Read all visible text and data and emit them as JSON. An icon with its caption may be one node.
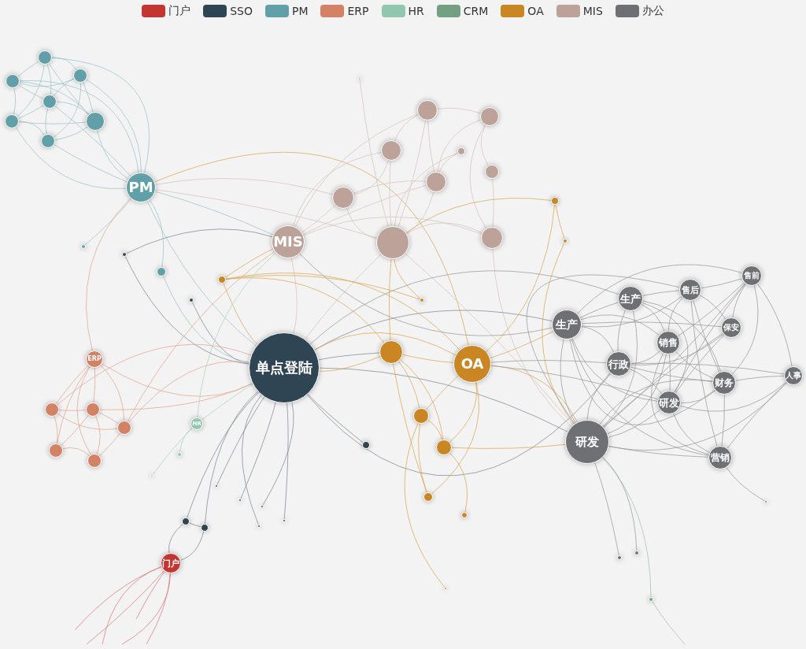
{
  "diagram": {
    "nodes": [
      {
        "text": [
          "单点登陆"
        ]
      },
      {
        "text": [
          "PM"
        ]
      },
      {
        "text": [
          "MIS"
        ]
      },
      {
        "text": [
          "ERP"
        ]
      },
      {
        "text": [
          "HR"
        ]
      },
      {
        "text": [
          "OA"
        ]
      },
      {
        "text": [
          "门户"
        ]
      },
      {
        "text": [
          "生产"
        ]
      },
      {
        "text": [
          "生产"
        ]
      },
      {
        "text": [
          "售后"
        ]
      },
      {
        "text": [
          "售前"
        ]
      },
      {
        "text": [
          "保安"
        ]
      },
      {
        "text": [
          "销售"
        ]
      },
      {
        "text": [
          "行政"
        ]
      },
      {
        "text": [
          "财务"
        ]
      },
      {
        "text": [
          "人事"
        ]
      },
      {
        "text": [
          "研发"
        ]
      },
      {
        "text": [
          "研发"
        ]
      },
      {
        "text": [
          "营销"
        ]
      },
      {
        "text": [],
        "shape": "circle"
      },
      {
        "text": [],
        "shape": "circle"
      },
      {
        "text": [],
        "shape": "circle"
      },
      {
        "text": [],
        "shape": "circle"
      },
      {
        "text": [],
        "shape": "circle"
      },
      {
        "text": [],
        "shape": "circle"
      },
      {
        "text": [],
        "shape": "circle"
      },
      {
        "text": [],
        "shape": "circle"
      },
      {
        "text": [],
        "shape": "circle"
      },
      {
        "text": [],
        "shape": "circle"
      },
      {
        "text": [],
        "shape": "circle"
      },
      {
        "text": [],
        "shape": "circle"
      },
      {
        "text": [],
        "shape": "circle"
      },
      {
        "text": [],
        "shape": "circle"
      },
      {
        "text": [],
        "shape": "circle"
      },
      {
        "text": [],
        "shape": "circle"
      },
      {
        "text": [],
        "shape": "circle"
      },
      {
        "text": [],
        "shape": "circle"
      },
      {
        "text": [],
        "shape": "circle"
      },
      {
        "text": [],
        "shape": "circle"
      },
      {
        "text": [],
        "shape": "circle"
      },
      {
        "text": [],
        "shape": "circle"
      },
      {
        "text": [],
        "shape": "circle"
      },
      {
        "text": [],
        "shape": "circle"
      },
      {
        "text": [],
        "shape": "circle"
      },
      {
        "text": [],
        "shape": "circle"
      },
      {
        "text": [],
        "shape": "circle"
      },
      {
        "text": [],
        "shape": "circle"
      },
      {
        "text": [],
        "shape": "circle"
      },
      {
        "text": [],
        "shape": "circle"
      },
      {
        "text": [],
        "shape": "circle"
      },
      {
        "text": [],
        "shape": "circle"
      },
      {
        "text": [],
        "shape": "circle"
      },
      {
        "text": [],
        "shape": "circle"
      },
      {
        "text": [],
        "shape": "circle"
      },
      {
        "text": [],
        "shape": "circle"
      },
      {
        "text": [],
        "shape": "circle"
      },
      {
        "text": [],
        "shape": "circle"
      },
      {
        "text": [],
        "shape": "circle"
      },
      {
        "text": [],
        "shape": "circle"
      },
      {
        "text": [],
        "shape": "circle"
      },
      {
        "text": [],
        "shape": "circle"
      },
      {
        "text": [],
        "shape": "circle"
      },
      {
        "text": [],
        "shape": "circle"
      },
      {
        "text": [],
        "shape": "circle"
      },
      {
        "text": [],
        "shape": "circle"
      },
      {
        "text": [],
        "shape": "circle"
      },
      {
        "text": [],
        "shape": "circle"
      },
      {
        "text": [],
        "shape": "circle"
      },
      {
        "text": [],
        "shape": "circle"
      }
    ],
    "edges": [
      {
        "from": 19,
        "to": 20,
        "arrow": "none",
        "color": "#9cc3c8"
      },
      {
        "from": 19,
        "to": 21,
        "arrow": "none",
        "color": "#9cc3c8"
      },
      {
        "from": 19,
        "to": 22,
        "arrow": "none",
        "color": "#9cc3c8"
      },
      {
        "from": 19,
        "to": 23,
        "arrow": "none",
        "color": "#9cc3c8"
      },
      {
        "from": 19,
        "to": 24,
        "arrow": "none",
        "color": "#9cc3c8"
      },
      {
        "from": 19,
        "to": 1,
        "arrow": "none",
        "color": "#9cc3c8"
      },
      {
        "from": 20,
        "to": 21,
        "arrow": "none",
        "color": "#9cc3c8"
      },
      {
        "from": 20,
        "to": 22,
        "arrow": "none",
        "color": "#9cc3c8"
      },
      {
        "from": 20,
        "to": 24,
        "arrow": "none",
        "color": "#9cc3c8"
      },
      {
        "from": 20,
        "to": 25,
        "arrow": "none",
        "color": "#9cc3c8"
      },
      {
        "from": 20,
        "to": 1,
        "arrow": "none",
        "color": "#9cc3c8"
      },
      {
        "from": 21,
        "to": 22,
        "arrow": "none",
        "color": "#9cc3c8"
      },
      {
        "from": 21,
        "to": 23,
        "arrow": "none",
        "color": "#9cc3c8"
      },
      {
        "from": 21,
        "to": 24,
        "arrow": "none",
        "color": "#9cc3c8"
      },
      {
        "from": 21,
        "to": 1,
        "arrow": "none",
        "color": "#9cc3c8"
      },
      {
        "from": 22,
        "to": 23,
        "arrow": "none",
        "color": "#9cc3c8"
      },
      {
        "from": 22,
        "to": 24,
        "arrow": "none",
        "color": "#9cc3c8"
      },
      {
        "from": 22,
        "to": 25,
        "arrow": "none",
        "color": "#9cc3c8"
      },
      {
        "from": 22,
        "to": 1,
        "arrow": "none",
        "color": "#9cc3c8"
      },
      {
        "from": 23,
        "to": 24,
        "arrow": "none",
        "color": "#9cc3c8"
      },
      {
        "from": 23,
        "to": 25,
        "arrow": "none",
        "color": "#9cc3c8"
      },
      {
        "from": 23,
        "to": 1,
        "arrow": "none",
        "color": "#9cc3c8"
      },
      {
        "from": 24,
        "to": 25,
        "arrow": "none",
        "color": "#9cc3c8"
      },
      {
        "from": 24,
        "to": 1,
        "arrow": "none",
        "color": "#9cc3c8"
      },
      {
        "from": 25,
        "to": 1,
        "arrow": "none",
        "color": "#9cc3c8"
      },
      {
        "from": 1,
        "to": 26,
        "arrow": "none",
        "color": "#9cc3c8"
      },
      {
        "from": 1,
        "to": 27,
        "arrow": "none",
        "color": "#9cc3c8"
      },
      {
        "from": 1,
        "to": 0,
        "arrow": "none",
        "color": "#9cc3c8"
      },
      {
        "from": 1,
        "to": 2,
        "arrow": "none",
        "color": "#9cc3c8"
      },
      {
        "from": 27,
        "to": 0,
        "arrow": "none",
        "color": "#9cc3c8"
      },
      {
        "from": 1,
        "to": 5,
        "arrow": "none",
        "color": "#d9a752"
      },
      {
        "from": 28,
        "to": 36,
        "arrow": "none",
        "color": "#d6c3be"
      },
      {
        "from": 29,
        "to": 30,
        "arrow": "none",
        "color": "#d6c3be"
      },
      {
        "from": 29,
        "to": 31,
        "arrow": "none",
        "color": "#d6c3be"
      },
      {
        "from": 29,
        "to": 34,
        "arrow": "none",
        "color": "#d6c3be"
      },
      {
        "from": 29,
        "to": 36,
        "arrow": "none",
        "color": "#d6c3be"
      },
      {
        "from": 29,
        "to": 2,
        "arrow": "none",
        "color": "#d6c3be"
      },
      {
        "from": 30,
        "to": 37,
        "arrow": "none",
        "color": "#d6c3be"
      },
      {
        "from": 30,
        "to": 34,
        "arrow": "none",
        "color": "#d6c3be"
      },
      {
        "from": 30,
        "to": 33,
        "arrow": "none",
        "color": "#d6c3be"
      },
      {
        "from": 31,
        "to": 35,
        "arrow": "none",
        "color": "#d6c3be"
      },
      {
        "from": 31,
        "to": 36,
        "arrow": "none",
        "color": "#d6c3be"
      },
      {
        "from": 31,
        "to": 2,
        "arrow": "none",
        "color": "#d6c3be"
      },
      {
        "from": 32,
        "to": 34,
        "arrow": "none",
        "color": "#d6c3be"
      },
      {
        "from": 32,
        "to": 36,
        "arrow": "none",
        "color": "#d6c3be"
      },
      {
        "from": 33,
        "to": 37,
        "arrow": "none",
        "color": "#d6c3be"
      },
      {
        "from": 34,
        "to": 36,
        "arrow": "none",
        "color": "#d6c3be"
      },
      {
        "from": 34,
        "to": 35,
        "arrow": "none",
        "color": "#d6c3be"
      },
      {
        "from": 35,
        "to": 2,
        "arrow": "none",
        "color": "#d6c3be"
      },
      {
        "from": 35,
        "to": 36,
        "arrow": "none",
        "color": "#d6c3be"
      },
      {
        "from": 36,
        "to": 37,
        "arrow": "none",
        "color": "#d6c3be"
      },
      {
        "from": 36,
        "to": 0,
        "arrow": "none",
        "color": "#d6c3be"
      },
      {
        "from": 2,
        "to": 0,
        "arrow": "none",
        "color": "#d6c3be"
      },
      {
        "from": 37,
        "to": 2,
        "arrow": "none",
        "color": "#d6c3be"
      },
      {
        "from": 34,
        "to": 2,
        "arrow": "none",
        "color": "#d6c3be"
      },
      {
        "from": 36,
        "to": 17,
        "arrow": "none",
        "color": "#d6c3be"
      },
      {
        "from": 37,
        "to": 17,
        "arrow": "none",
        "color": "#d6c3be"
      },
      {
        "from": 35,
        "to": 1,
        "arrow": "none",
        "color": "#d6c3be"
      },
      {
        "from": 36,
        "to": 1,
        "arrow": "none",
        "color": "#d6c3be"
      },
      {
        "from": 0,
        "to": 38,
        "arrow": "none",
        "color": "#7d8a95"
      },
      {
        "from": 0,
        "to": 39,
        "arrow": "none",
        "color": "#7d8a95"
      },
      {
        "from": 0,
        "to": 40,
        "arrow": "none",
        "color": "#7d8a95"
      },
      {
        "from": 0,
        "to": 41,
        "arrow": "none",
        "color": "#7d8a95"
      },
      {
        "from": 0,
        "to": 42,
        "arrow": "none",
        "color": "#7d8a95"
      },
      {
        "from": 0,
        "to": 43,
        "arrow": "none",
        "color": "#7d8a95"
      },
      {
        "from": 0,
        "to": 44,
        "arrow": "none",
        "color": "#7d8a95"
      },
      {
        "from": 0,
        "to": 45,
        "arrow": "none",
        "color": "#7d8a95"
      },
      {
        "from": 0,
        "to": 46,
        "arrow": "none",
        "color": "#7d8a95"
      },
      {
        "from": 0,
        "to": 47,
        "arrow": "none",
        "color": "#7d8a95"
      },
      {
        "from": 41,
        "to": 6,
        "arrow": "none",
        "color": "#7d8a95"
      },
      {
        "from": 42,
        "to": 6,
        "arrow": "none",
        "color": "#7d8a95"
      },
      {
        "from": 41,
        "to": 42,
        "arrow": "none",
        "color": "#7d8a95"
      },
      {
        "from": 0,
        "to": 17,
        "arrow": "none",
        "color": "#7d8a95"
      },
      {
        "from": 0,
        "to": 7,
        "arrow": "none",
        "color": "#7d8a95"
      },
      {
        "from": 0,
        "to": 13,
        "arrow": "none",
        "color": "#7d8a95"
      },
      {
        "from": 0,
        "to": 49,
        "arrow": "none",
        "color": "#7d8a95"
      },
      {
        "from": 2,
        "to": 38,
        "arrow": "none",
        "color": "#7d8a95"
      },
      {
        "from": 48,
        "to": 0,
        "arrow": "none",
        "color": "#d9a752"
      },
      {
        "from": 48,
        "to": 2,
        "arrow": "none",
        "color": "#d9a752"
      },
      {
        "from": 48,
        "to": 49,
        "arrow": "none",
        "color": "#d9a752"
      },
      {
        "from": 48,
        "to": 5,
        "arrow": "none",
        "color": "#d9a752"
      },
      {
        "from": 49,
        "to": 5,
        "arrow": "none",
        "color": "#d9a752"
      },
      {
        "from": 49,
        "to": 50,
        "arrow": "none",
        "color": "#d9a752"
      },
      {
        "from": 49,
        "to": 51,
        "arrow": "none",
        "color": "#d9a752"
      },
      {
        "from": 49,
        "to": 52,
        "arrow": "none",
        "color": "#d9a752"
      },
      {
        "from": 49,
        "to": 36,
        "arrow": "none",
        "color": "#d9a752"
      },
      {
        "from": 50,
        "to": 51,
        "arrow": "none",
        "color": "#d9a752"
      },
      {
        "from": 50,
        "to": 52,
        "arrow": "none",
        "color": "#d9a752"
      },
      {
        "from": 50,
        "to": 5,
        "arrow": "none",
        "color": "#d9a752"
      },
      {
        "from": 51,
        "to": 5,
        "arrow": "none",
        "color": "#d9a752"
      },
      {
        "from": 51,
        "to": 53,
        "arrow": "none",
        "color": "#d9a752"
      },
      {
        "from": 51,
        "to": 17,
        "arrow": "none",
        "color": "#d9a752"
      },
      {
        "from": 52,
        "to": 5,
        "arrow": "none",
        "color": "#d9a752"
      },
      {
        "from": 5,
        "to": 54,
        "arrow": "none",
        "color": "#d9a752"
      },
      {
        "from": 54,
        "to": 55,
        "arrow": "none",
        "color": "#d9a752"
      },
      {
        "from": 55,
        "to": 17,
        "arrow": "none",
        "color": "#d9a752"
      },
      {
        "from": 56,
        "to": 36,
        "arrow": "none",
        "color": "#d9a752"
      },
      {
        "from": 56,
        "to": 48,
        "arrow": "none",
        "color": "#d9a752"
      },
      {
        "from": 57,
        "to": 50,
        "arrow": "none",
        "color": "#d9a752"
      },
      {
        "from": 5,
        "to": 0,
        "arrow": "none",
        "color": "#d9a752"
      },
      {
        "from": 5,
        "to": 17,
        "arrow": "none",
        "color": "#d9a752"
      },
      {
        "from": 5,
        "to": 7,
        "arrow": "none",
        "color": "#d9a752"
      },
      {
        "from": 49,
        "to": 0,
        "arrow": "none",
        "color": "#d9a752"
      },
      {
        "from": 54,
        "to": 36,
        "arrow": "none",
        "color": "#d9a752"
      },
      {
        "from": 3,
        "to": 58,
        "arrow": "none",
        "color": "#e3a590"
      },
      {
        "from": 3,
        "to": 59,
        "arrow": "none",
        "color": "#e3a590"
      },
      {
        "from": 3,
        "to": 60,
        "arrow": "none",
        "color": "#e3a590"
      },
      {
        "from": 3,
        "to": 61,
        "arrow": "none",
        "color": "#e3a590"
      },
      {
        "from": 3,
        "to": 62,
        "arrow": "none",
        "color": "#e3a590"
      },
      {
        "from": 3,
        "to": 0,
        "arrow": "none",
        "color": "#e3a590"
      },
      {
        "from": 3,
        "to": 1,
        "arrow": "none",
        "color": "#e3a590"
      },
      {
        "from": 58,
        "to": 59,
        "arrow": "none",
        "color": "#e3a590"
      },
      {
        "from": 58,
        "to": 61,
        "arrow": "none",
        "color": "#e3a590"
      },
      {
        "from": 58,
        "to": 60,
        "arrow": "none",
        "color": "#e3a590"
      },
      {
        "from": 58,
        "to": 0,
        "arrow": "none",
        "color": "#e3a590"
      },
      {
        "from": 59,
        "to": 60,
        "arrow": "none",
        "color": "#e3a590"
      },
      {
        "from": 59,
        "to": 62,
        "arrow": "none",
        "color": "#e3a590"
      },
      {
        "from": 59,
        "to": 0,
        "arrow": "none",
        "color": "#e3a590"
      },
      {
        "from": 60,
        "to": 62,
        "arrow": "none",
        "color": "#e3a590"
      },
      {
        "from": 60,
        "to": 0,
        "arrow": "none",
        "color": "#e3a590"
      },
      {
        "from": 61,
        "to": 62,
        "arrow": "none",
        "color": "#e3a590"
      },
      {
        "from": 61,
        "to": 59,
        "arrow": "none",
        "color": "#e3a590"
      },
      {
        "from": 60,
        "to": 2,
        "arrow": "none",
        "color": "#e3a590"
      },
      {
        "from": 4,
        "to": 63,
        "arrow": "none",
        "color": "#a8d4c0"
      },
      {
        "from": 4,
        "to": 64,
        "arrow": "none",
        "color": "#a8d4c0"
      },
      {
        "from": 4,
        "to": 0,
        "arrow": "none",
        "color": "#a8d4c0"
      },
      {
        "from": 4,
        "to": 2,
        "arrow": "none",
        "color": "#a8d4c0"
      },
      {
        "from": 6,
        "to": null,
        "arrow": "none",
        "color": "#d97a78"
      },
      {
        "from": 6,
        "to": null,
        "arrow": "none",
        "color": "#d97a78"
      },
      {
        "from": 6,
        "to": null,
        "arrow": "none",
        "color": "#d97a78"
      },
      {
        "from": 6,
        "to": null,
        "arrow": "none",
        "color": "#d97a78"
      },
      {
        "from": 6,
        "to": null,
        "arrow": "none",
        "color": "#d97a78"
      },
      {
        "from": 6,
        "to": null,
        "arrow": "none",
        "color": "#d97a78"
      },
      {
        "from": 68,
        "to": 17,
        "arrow": "none",
        "color": "#9fc3b0"
      },
      {
        "from": 68,
        "to": null,
        "arrow": "none",
        "color": "#9fc3b0"
      },
      {
        "from": 7,
        "to": 8,
        "arrow": "none"
      },
      {
        "from": 7,
        "to": 9,
        "arrow": "none"
      },
      {
        "from": 7,
        "to": 10,
        "arrow": "none"
      },
      {
        "from": 7,
        "to": 11,
        "arrow": "none"
      },
      {
        "from": 7,
        "to": 12,
        "arrow": "none"
      },
      {
        "from": 7,
        "to": 13,
        "arrow": "none"
      },
      {
        "from": 7,
        "to": 14,
        "arrow": "none"
      },
      {
        "from": 7,
        "to": 16,
        "arrow": "none"
      },
      {
        "from": 7,
        "to": 17,
        "arrow": "none"
      },
      {
        "from": 7,
        "to": 18,
        "arrow": "none"
      },
      {
        "from": 8,
        "to": 9,
        "arrow": "none"
      },
      {
        "from": 8,
        "to": 12,
        "arrow": "none"
      },
      {
        "from": 8,
        "to": 13,
        "arrow": "none"
      },
      {
        "from": 8,
        "to": 14,
        "arrow": "none"
      },
      {
        "from": 8,
        "to": 16,
        "arrow": "none"
      },
      {
        "from": 8,
        "to": 17,
        "arrow": "none"
      },
      {
        "from": 9,
        "to": 10,
        "arrow": "none"
      },
      {
        "from": 9,
        "to": 11,
        "arrow": "none"
      },
      {
        "from": 9,
        "to": 12,
        "arrow": "none"
      },
      {
        "from": 9,
        "to": 14,
        "arrow": "none"
      },
      {
        "from": 9,
        "to": 17,
        "arrow": "none"
      },
      {
        "from": 9,
        "to": 18,
        "arrow": "none"
      },
      {
        "from": 10,
        "to": 11,
        "arrow": "none"
      },
      {
        "from": 10,
        "to": 12,
        "arrow": "none"
      },
      {
        "from": 10,
        "to": 14,
        "arrow": "none"
      },
      {
        "from": 10,
        "to": 16,
        "arrow": "none"
      },
      {
        "from": 10,
        "to": 17,
        "arrow": "none"
      },
      {
        "from": 10,
        "to": 15,
        "arrow": "none"
      },
      {
        "from": 11,
        "to": 13,
        "arrow": "none"
      },
      {
        "from": 11,
        "to": 16,
        "arrow": "none"
      },
      {
        "from": 11,
        "to": 17,
        "arrow": "none"
      },
      {
        "from": 12,
        "to": 13,
        "arrow": "none"
      },
      {
        "from": 12,
        "to": 14,
        "arrow": "none"
      },
      {
        "from": 12,
        "to": 16,
        "arrow": "none"
      },
      {
        "from": 12,
        "to": 17,
        "arrow": "none"
      },
      {
        "from": 12,
        "to": 18,
        "arrow": "none"
      },
      {
        "from": 13,
        "to": 14,
        "arrow": "none"
      },
      {
        "from": 13,
        "to": 16,
        "arrow": "none"
      },
      {
        "from": 13,
        "to": 17,
        "arrow": "none"
      },
      {
        "from": 13,
        "to": 15,
        "arrow": "none"
      },
      {
        "from": 14,
        "to": 15,
        "arrow": "none"
      },
      {
        "from": 14,
        "to": 16,
        "arrow": "none"
      },
      {
        "from": 14,
        "to": 17,
        "arrow": "none"
      },
      {
        "from": 14,
        "to": 18,
        "arrow": "none"
      },
      {
        "from": 15,
        "to": 16,
        "arrow": "none"
      },
      {
        "from": 15,
        "to": 17,
        "arrow": "none"
      },
      {
        "from": 15,
        "to": 18,
        "arrow": "none"
      },
      {
        "from": 16,
        "to": 17,
        "arrow": "none"
      },
      {
        "from": 16,
        "to": 18,
        "arrow": "none"
      },
      {
        "from": 17,
        "to": 18,
        "arrow": "none"
      },
      {
        "from": 17,
        "to": 65,
        "arrow": "none"
      },
      {
        "from": 17,
        "to": 66,
        "arrow": "none"
      },
      {
        "from": 18,
        "to": 67,
        "arrow": "none"
      },
      {
        "from": 8,
        "to": 0,
        "arrow": "none"
      },
      {
        "from": 7,
        "to": 2,
        "arrow": "none"
      },
      {
        "from": 16,
        "to": 5,
        "arrow": "none"
      },
      {
        "from": 13,
        "to": 5,
        "arrow": "none"
      }
    ],
    "legend": [
      {
        "text": "门户",
        "color": "#c23531"
      },
      {
        "text": "SSO",
        "color": "#2f4554"
      },
      {
        "text": "PM",
        "color": "#61a0a8"
      },
      {
        "text": "ERP",
        "color": "#d48265"
      },
      {
        "text": "HR",
        "color": "#91c7ae"
      },
      {
        "text": "CRM",
        "color": "#749f83"
      },
      {
        "text": "OA",
        "color": "#ca8622"
      },
      {
        "text": "MIS",
        "color": "#bda29a"
      },
      {
        "text": "办公",
        "color": "#6e7074"
      }
    ]
  }
}
